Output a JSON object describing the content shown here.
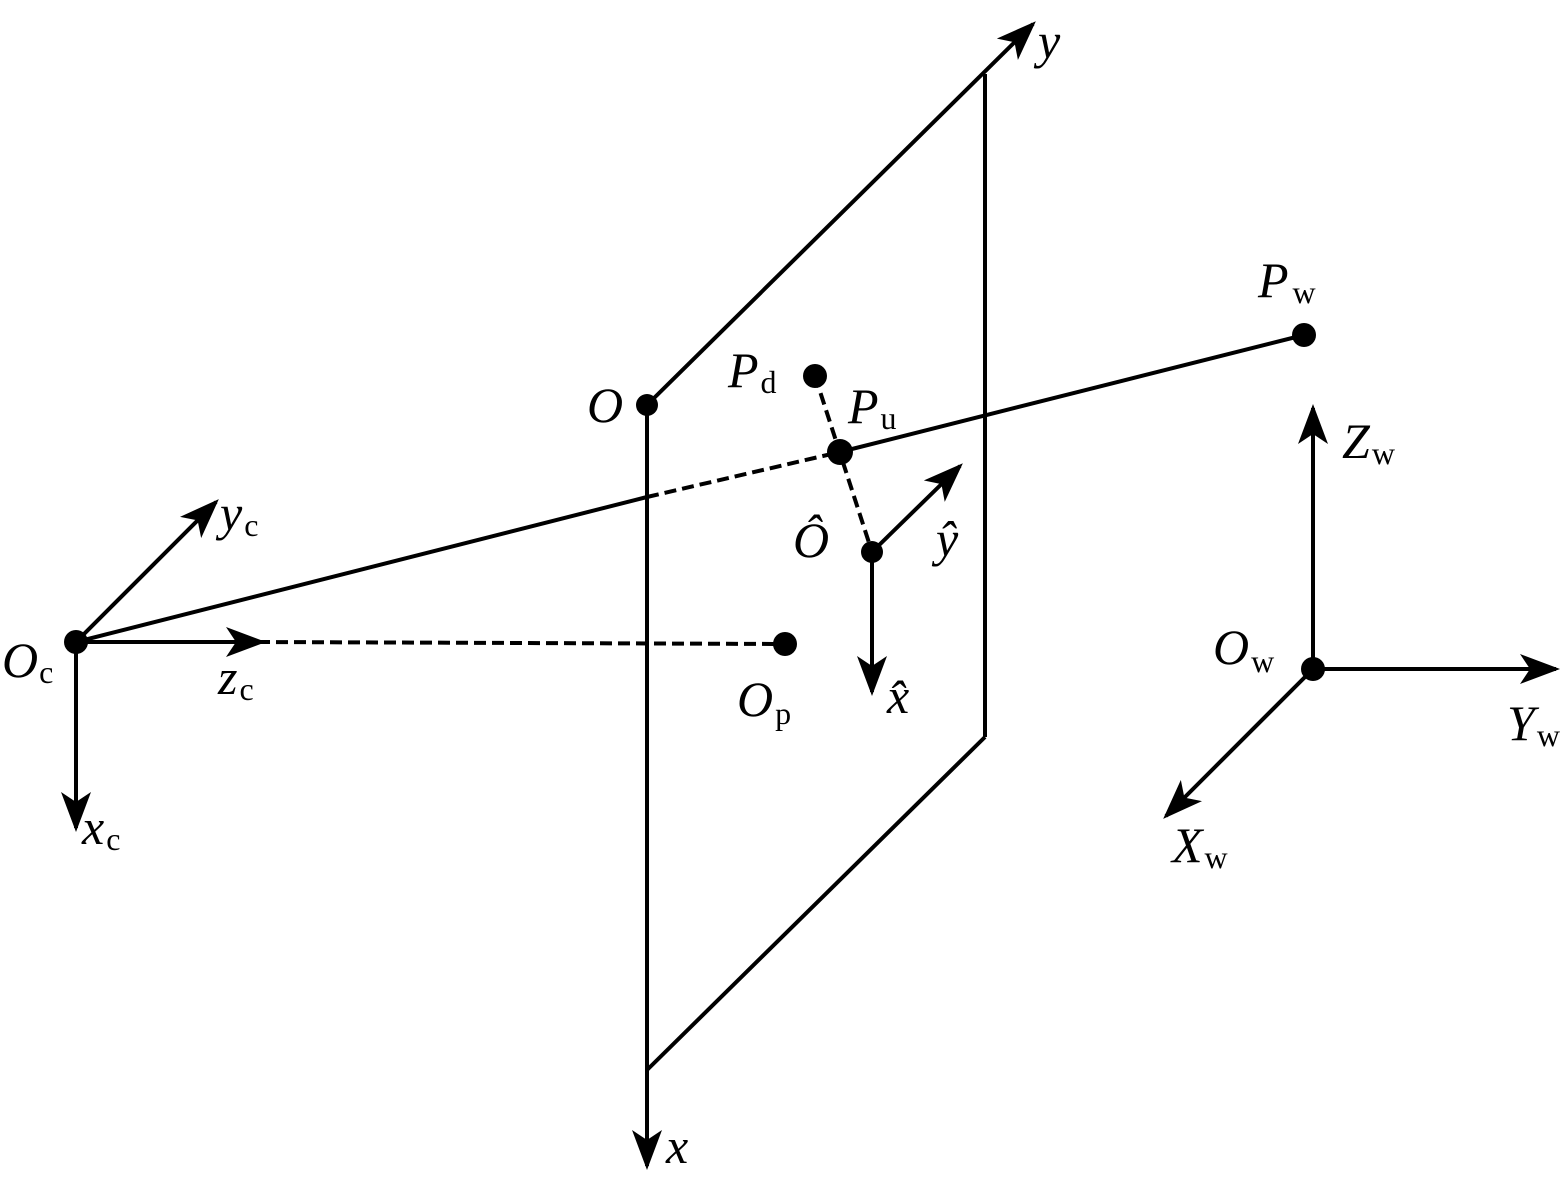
{
  "diagram": {
    "image_plane": {
      "origin": "O",
      "axis_x": "x",
      "axis_y": "y"
    },
    "camera": {
      "origin": "O",
      "origin_sub": "c",
      "axis_x": "x",
      "axis_x_sub": "c",
      "axis_y": "y",
      "axis_y_sub": "c",
      "axis_z": "z",
      "axis_z_sub": "c"
    },
    "principal_point": {
      "label": "O",
      "label_sub": "p"
    },
    "pixel": {
      "origin": "Ô",
      "axis_x": "x̂",
      "axis_y": "ŷ"
    },
    "points": {
      "distorted": "P",
      "distorted_sub": "d",
      "undistorted": "P",
      "undistorted_sub": "u",
      "world": "P",
      "world_sub": "w"
    },
    "world": {
      "origin": "O",
      "origin_sub": "w",
      "axis_x": "X",
      "axis_x_sub": "w",
      "axis_y": "Y",
      "axis_y_sub": "w",
      "axis_z": "Z",
      "axis_z_sub": "w"
    }
  }
}
